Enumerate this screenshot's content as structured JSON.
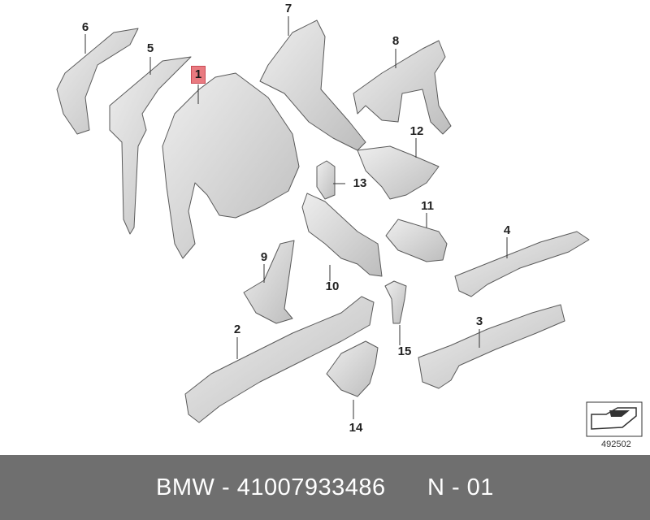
{
  "diagram": {
    "highlight_color": "#e97a80",
    "part_fill": "#d9d9d9",
    "part_stroke": "#5a5a5a",
    "callouts": [
      {
        "label": "1",
        "highlighted": true
      },
      {
        "label": "2"
      },
      {
        "label": "3"
      },
      {
        "label": "4"
      },
      {
        "label": "5"
      },
      {
        "label": "6"
      },
      {
        "label": "7"
      },
      {
        "label": "8"
      },
      {
        "label": "9"
      },
      {
        "label": "10"
      },
      {
        "label": "11"
      },
      {
        "label": "12"
      },
      {
        "label": "13"
      },
      {
        "label": "14"
      },
      {
        "label": "15"
      }
    ],
    "diagram_number": "492502",
    "icon": "cut-section-arrow-icon"
  },
  "footer": {
    "brand": "BMW",
    "separator": " - ",
    "part_number": "41007933486",
    "position_code": "N - 01",
    "background": "#6f6f6f"
  }
}
